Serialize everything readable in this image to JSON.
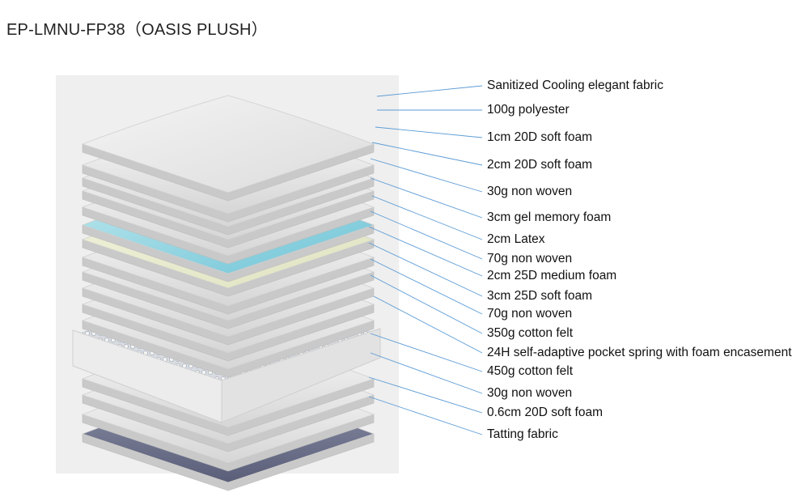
{
  "title": "EP-LMNU-FP38（OASIS PLUSH）",
  "layers": [
    {
      "label": "Sanitized Cooling elegant fabric",
      "type": "fabric-top"
    },
    {
      "label": "100g polyester",
      "type": "soft"
    },
    {
      "label": "1cm 20D soft foam",
      "type": "soft"
    },
    {
      "label": "2cm 20D soft foam",
      "type": "soft"
    },
    {
      "label": "30g non woven",
      "type": "soft"
    },
    {
      "label": "3cm gel memory foam",
      "type": "gel"
    },
    {
      "label": "2cm Latex",
      "type": "latex"
    },
    {
      "label": "70g non woven",
      "type": "soft"
    },
    {
      "label": "2cm 25D medium foam",
      "type": "soft"
    },
    {
      "label": "3cm 25D soft foam",
      "type": "soft"
    },
    {
      "label": "70g non woven",
      "type": "soft"
    },
    {
      "label": "350g cotton felt",
      "type": "soft"
    },
    {
      "label": "24H self-adaptive pocket spring with foam encasement",
      "type": "spring"
    },
    {
      "label": "450g cotton felt",
      "type": "soft"
    },
    {
      "label": "30g non woven",
      "type": "soft"
    },
    {
      "label": "0.6cm 20D soft foam",
      "type": "soft"
    },
    {
      "label": "Tatting fabric",
      "type": "fabric-bottom"
    }
  ],
  "colors": {
    "leader_line": "#5b9bd5",
    "panel_bg": "#efefef",
    "gel": "#8fd3e0",
    "latex": "#e8ebcf",
    "spring": "#4aa3df",
    "tatting": "#6b6f8a"
  }
}
